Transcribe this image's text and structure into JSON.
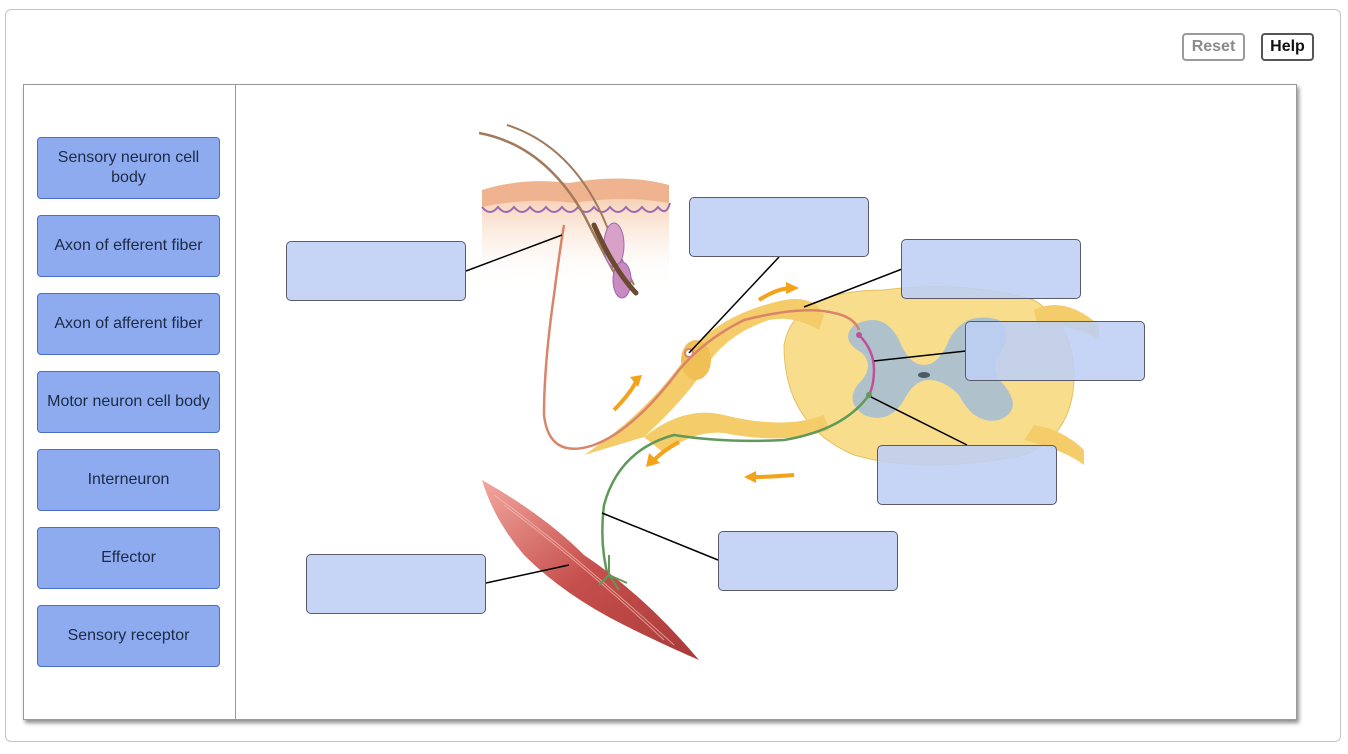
{
  "toolbar": {
    "reset_label": "Reset",
    "help_label": "Help"
  },
  "label_bank": {
    "items": [
      {
        "label": "Sensory neuron cell body"
      },
      {
        "label": "Axon of efferent fiber"
      },
      {
        "label": "Axon of afferent fiber"
      },
      {
        "label": "Motor neuron cell body"
      },
      {
        "label": "Interneuron"
      },
      {
        "label": "Effector"
      },
      {
        "label": "Sensory receptor"
      }
    ]
  },
  "diagram": {
    "drop_targets": [
      {
        "label": ""
      },
      {
        "label": ""
      },
      {
        "label": ""
      },
      {
        "label": ""
      },
      {
        "label": ""
      },
      {
        "label": ""
      },
      {
        "label": ""
      }
    ]
  },
  "colors": {
    "chip_fill": "#8eabf0",
    "chip_border": "#4a6fc7",
    "target_fill": "#c5d4f5",
    "nerve": "#f5cc6a",
    "gray_matter": "#a6bfd2",
    "white_matter": "#f7dd8c",
    "afferent": "#d9856a",
    "efferent": "#5f9a5a",
    "interneuron": "#c0509a",
    "muscle": "#c64f4c",
    "arrow": "#f4a21a"
  }
}
